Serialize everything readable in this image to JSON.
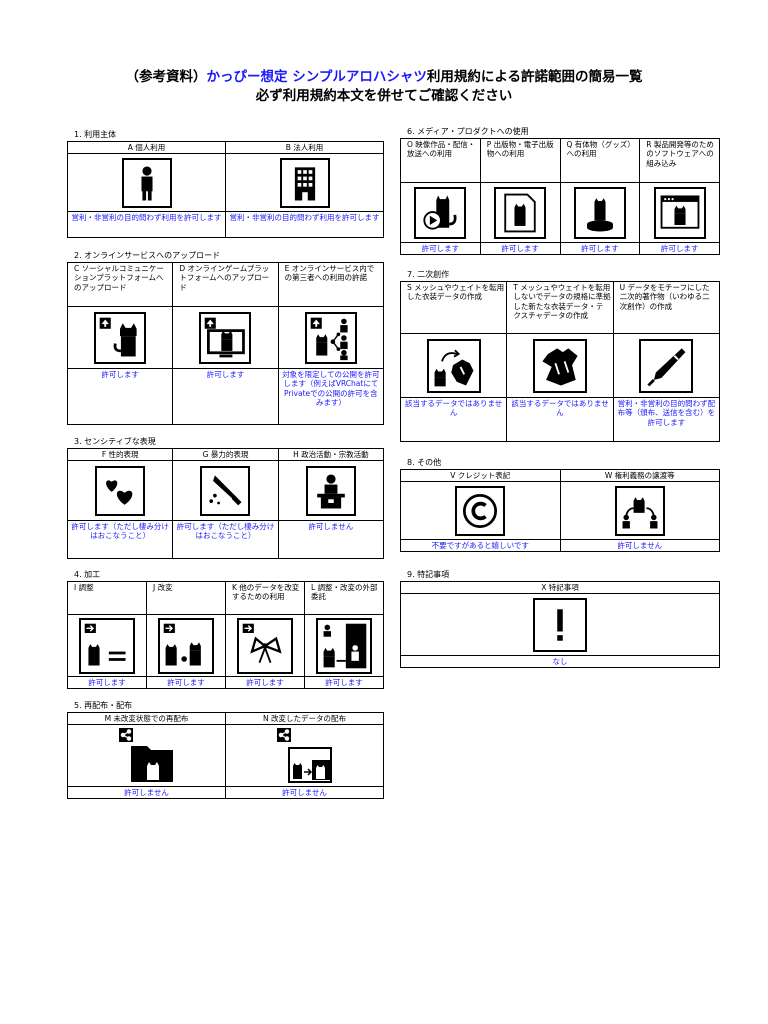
{
  "title": {
    "line1_prefix": "（参考資料）",
    "line1_blue": "かっぴー想定 シンプルアロハシャツ",
    "line1_suffix": "利用規約による許諾範囲の簡易一覧",
    "line2": "必ず利用規約本文を併せてご確認ください"
  },
  "sections": {
    "s1": {
      "label": "1. 利用主体",
      "cols": [
        {
          "head": "A 個人利用",
          "icon": "person-icon",
          "value": "営利・非営利の目的問わず利用を許可します"
        },
        {
          "head": "B 法人利用",
          "icon": "office-building-icon",
          "value": "営利・非営利の目的問わず利用を許可します"
        }
      ]
    },
    "s2": {
      "label": "2. オンラインサービスへのアップロード",
      "cols": [
        {
          "head": "C ソーシャルコミュニケーションプラットフォームへのアップロード",
          "icon": "upload-avatar-icon",
          "value": "許可します"
        },
        {
          "head": "D オンラインゲームプラットフォームへのアップロード",
          "icon": "upload-monitor-icon",
          "value": "許可します"
        },
        {
          "head": "E オンラインサービス内での第三者への利用の許諾",
          "icon": "share-users-icon",
          "value": "対象を限定しての公開を許可します（例えばVRChatにてPrivateでの公開の許可を含みます）"
        }
      ]
    },
    "s3": {
      "label": "3. センシティブな表現",
      "cols": [
        {
          "head": "F 性的表現",
          "icon": "hearts-icon",
          "value": "許可します（ただし棲み分けはおこなうこと）"
        },
        {
          "head": "G 暴力的表現",
          "icon": "knife-icon",
          "value": "許可します（ただし棲み分けはおこなうこと）"
        },
        {
          "head": "H 政治活動・宗教活動",
          "icon": "podium-speaker-icon",
          "value": "許可しません"
        }
      ]
    },
    "s4": {
      "label": "4. 加工",
      "cols": [
        {
          "head": "I 調整",
          "icon": "adjust-equal-icon",
          "value": "許可します"
        },
        {
          "head": "J 改変",
          "icon": "modify-icon",
          "value": "許可します"
        },
        {
          "head": "K 他のデータを改変するための利用",
          "icon": "ribbon-icon",
          "value": "許可します"
        },
        {
          "head": "L 調整・改変の外部委託",
          "icon": "outsource-icon",
          "value": "許可します"
        }
      ]
    },
    "s5": {
      "label": "5. 再配布・配布",
      "cols": [
        {
          "head": "M 未改変状態での再配布",
          "icon": "share-folder-icon",
          "value": "許可しません"
        },
        {
          "head": "N 改変したデータの配布",
          "icon": "share-modified-icon",
          "value": "許可しません"
        }
      ]
    },
    "s6": {
      "label": "6. メディア・プロダクトへの使用",
      "cols": [
        {
          "head": "O 映像作品・配信・放送への利用",
          "icon": "video-play-icon",
          "value": "許可します"
        },
        {
          "head": "P 出版物・電子出版物への利用",
          "icon": "document-icon",
          "value": "許可します"
        },
        {
          "head": "Q 有体物（グッズ）への利用",
          "icon": "figure-goods-icon",
          "value": "許可します"
        },
        {
          "head": "R 製品開発等のためのソフトウェアへの組み込み",
          "icon": "software-window-icon",
          "value": "許可します"
        }
      ]
    },
    "s7": {
      "label": "7. 二次創作",
      "cols": [
        {
          "head": "S メッシュやウェイトを転用した衣装データの作成",
          "icon": "shirt-transfer-icon",
          "value": "該当するデータではありません"
        },
        {
          "head": "T メッシュやウェイトを転用しないでデータの規格に準拠した新たな衣装データ・テクスチャデータの作成",
          "icon": "shirt-icon",
          "value": "該当するデータではありません"
        },
        {
          "head": "U データをモチーフにした二次的著作物（いわゆる二次創作）の作成",
          "icon": "pen-nib-icon",
          "value": "営利・非営利の目的問わず配布等（頒布、送信を含む）を許可します"
        }
      ]
    },
    "s8": {
      "label": "8. その他",
      "cols": [
        {
          "head": "V クレジット表記",
          "icon": "copyright-icon",
          "value": "不要ですがあると嬉しいです"
        },
        {
          "head": "W 権利義務の譲渡等",
          "icon": "transfer-rights-icon",
          "value": "許可しません"
        }
      ]
    },
    "s9": {
      "label": "9. 特記事項",
      "cols": [
        {
          "head": "X 特記事項",
          "icon": "exclamation-icon",
          "value": "なし"
        }
      ]
    }
  }
}
